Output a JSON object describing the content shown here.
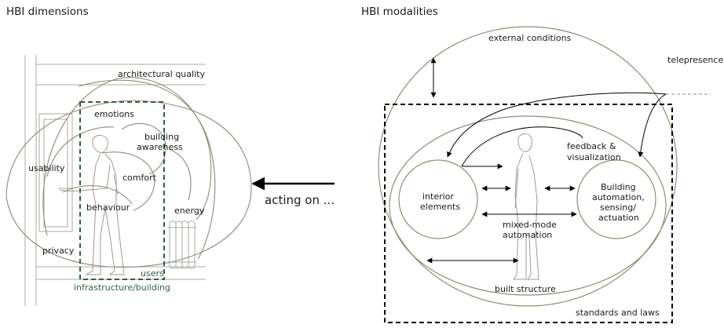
{
  "left_panel": {
    "title": "HBI dimensions",
    "labels": {
      "architectural_quality": "architectural quality",
      "emotions": "emotions",
      "building_awareness": "building\nawareness",
      "usability": "usability",
      "comfort": "comfort",
      "behaviour": "behaviour",
      "energy": "energy",
      "privacy": "privacy",
      "users": "users",
      "infrastructure": "infrastructure/building"
    }
  },
  "center": {
    "arrow_label": "acting on ..."
  },
  "right_panel": {
    "title": "HBI modalities",
    "labels": {
      "external_conditions": "external conditions",
      "telepresence": "telepresence",
      "feedback": "feedback &\nvisualization",
      "interior_elements": "interior\nelements",
      "building_automation": "Building\nautomation,\nsensing/\nactuation",
      "mixed_mode": "mixed-mode\nautomation",
      "built_structure": "built structure",
      "standards": "standards and laws"
    }
  },
  "colors": {
    "green": "#355e45",
    "olive": "#8c8d78",
    "wall": "#a9a9a2"
  }
}
